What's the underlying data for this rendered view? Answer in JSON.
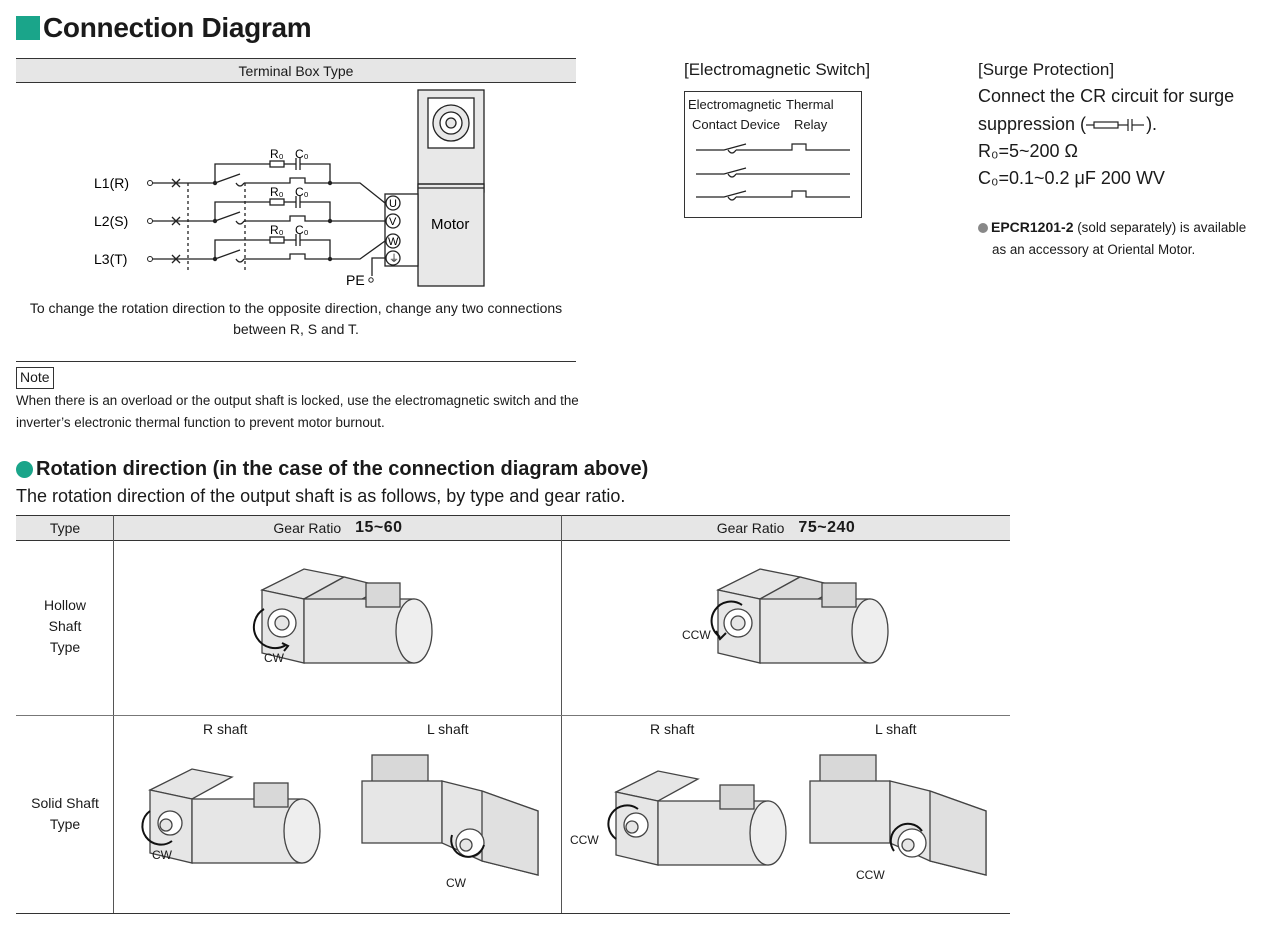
{
  "title": "Connection Diagram",
  "terminal_box": {
    "header": "Terminal Box Type",
    "lines": [
      "L1(R)",
      "L2(S)",
      "L3(T)"
    ],
    "resistor_label": "R₀",
    "capacitor_label": "C₀",
    "terminals": [
      "U",
      "V",
      "W"
    ],
    "pe_label": "PE",
    "motor_label": "Motor",
    "rotation_note": "To change the rotation direction to the opposite direction, change any two connections between R, S and T."
  },
  "note": {
    "label": "Note",
    "text": "When there is an overload or the output shaft is locked, use the electromagnetic switch and the inverter’s electronic thermal function to prevent motor burnout."
  },
  "electromagnetic_switch": {
    "title": "[Electromagnetic Switch]",
    "device_line1": "Electromagnetic",
    "device_line2": "Contact Device",
    "thermal_line1": "Thermal",
    "thermal_line2": "Relay"
  },
  "surge_protection": {
    "title": "[Surge Protection]",
    "line1": "Connect the CR circuit for surge",
    "line2_prefix": "suppression (",
    "line2_suffix": ").",
    "line3": "R₀=5~200 Ω",
    "line4": "C₀=0.1~0.2 μF  200 WV",
    "accessory_code": "EPCR1201-2",
    "accessory_text1": " (sold separately) is available",
    "accessory_text2": "as an accessory at Oriental Motor."
  },
  "rotation": {
    "title": "Rotation direction (in the case of the connection diagram above)",
    "subtitle": "The rotation direction of the output shaft is as follows, by type and gear ratio.",
    "col_type": "Type",
    "gear_ratio_label": "Gear Ratio",
    "ratio_a": "15~60",
    "ratio_b": "75~240",
    "row_hollow": [
      "Hollow",
      "Shaft",
      "Type"
    ],
    "row_solid": [
      "Solid Shaft",
      "Type"
    ],
    "r_shaft": "R shaft",
    "l_shaft": "L shaft",
    "cw": "CW",
    "ccw": "CCW"
  },
  "colors": {
    "accent": "#1aa58a",
    "header_bg": "#e6e6e6",
    "motor_fill": "#e8e8e8"
  }
}
